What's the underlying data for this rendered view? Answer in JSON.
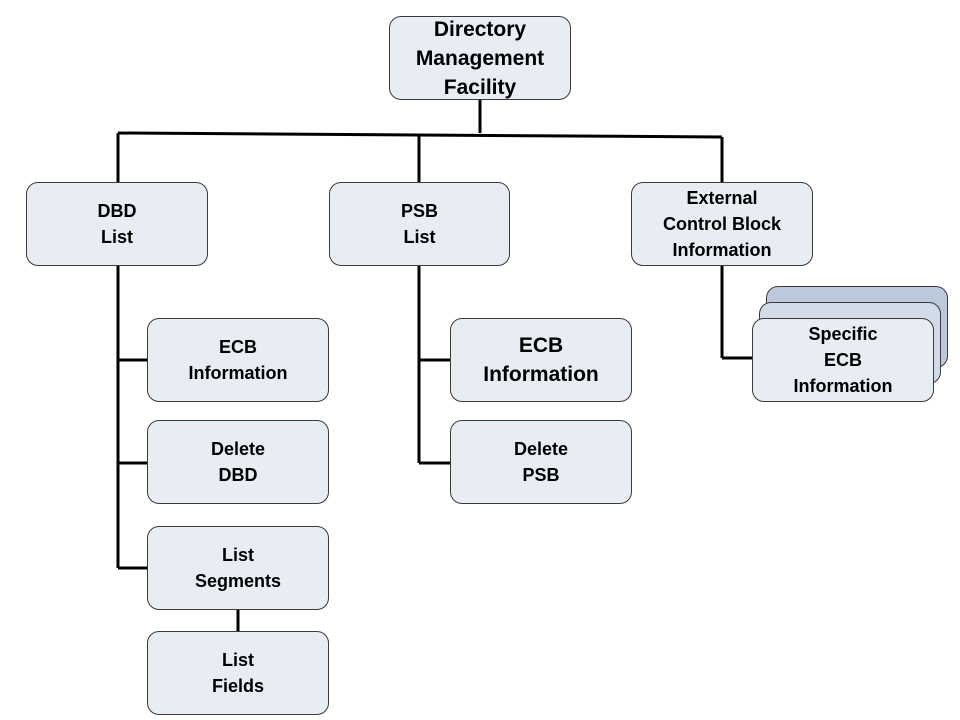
{
  "nodes": {
    "root": "Directory\nManagement\nFacility",
    "dbd_list": "DBD\nList",
    "psb_list": "PSB\nList",
    "external": "External\nControl Block\nInformation",
    "dbd_ecb_info": "ECB\nInformation",
    "delete_dbd": "Delete\nDBD",
    "list_segments": "List\nSegments",
    "list_fields": "List\nFields",
    "psb_ecb_info": "ECB\nInformation",
    "delete_psb": "Delete\nPSB",
    "specific_ecb": "Specific\nECB\nInformation"
  },
  "colors": {
    "node_fill": "#e8ecf3",
    "node_border": "#3a3a3a",
    "stack_back_fill": "#bcc8dc",
    "stack_mid_fill": "#d2dbe9",
    "connector": "#000000"
  }
}
